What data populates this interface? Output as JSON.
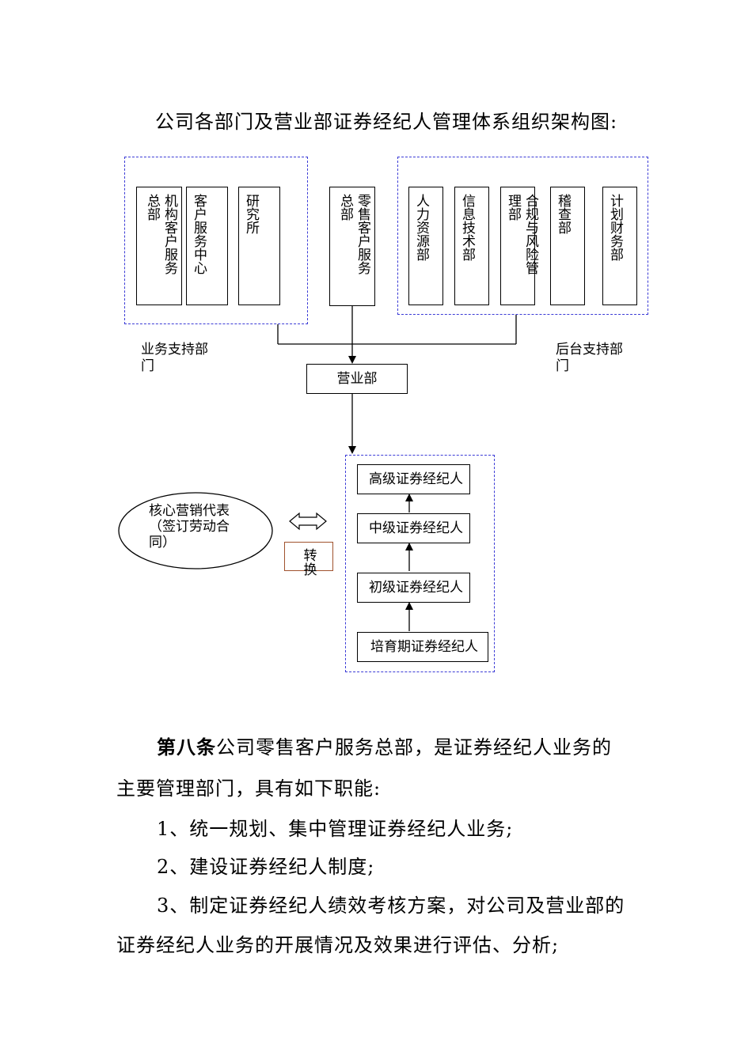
{
  "title": "公司各部门及营业部证券经纪人管理体系组织架构图:",
  "business_support": {
    "label": "业务支持部门",
    "depts": [
      {
        "col1": "总部",
        "col2": "机构客户服务"
      },
      {
        "col1": "客户服务中心"
      },
      {
        "col1": "研究所"
      }
    ]
  },
  "retail": {
    "col1": "总部",
    "col2": "零售客户服务"
  },
  "back_office": {
    "label": "后台支持部门",
    "depts": [
      {
        "col1": "人力资源部"
      },
      {
        "col1": "信息技术部"
      },
      {
        "col1": "理部",
        "col2": "合规与风险管"
      },
      {
        "col1": "稽查部"
      },
      {
        "col1": "计划财务部"
      }
    ]
  },
  "branch": "营业部",
  "core_rep": "核心营销代表（签订劳动合同）",
  "convert": "转换",
  "levels": [
    "高级证券经纪人",
    "中级证券经纪人",
    "初级证券经纪人",
    "培育期证券经纪人"
  ],
  "article": {
    "heading": "第八条",
    "line1": "公司零售客户服务总部，是证券经纪人业务的",
    "line2": "主要管理部门，具有如下职能:",
    "items": [
      "1、统一规划、集中管理证券经纪人业务;",
      "2、建设证券经纪人制度;"
    ],
    "item3_line1": "3、制定证券经纪人绩效考核方案，对公司及营业部的",
    "item3_line2": "证券经纪人业务的开展情况及效果进行评估、分析;"
  }
}
